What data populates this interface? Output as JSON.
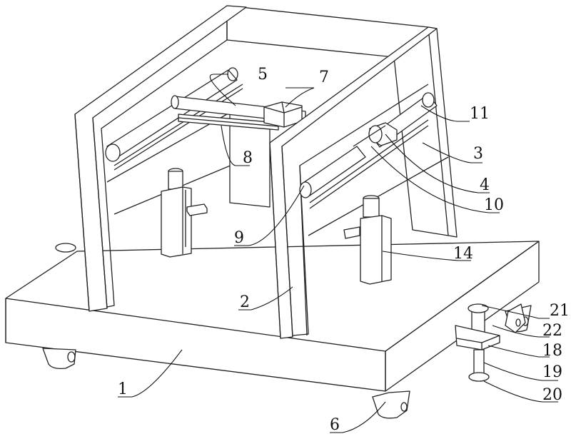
{
  "figure": {
    "type": "patent-line-drawing",
    "subject": "wheeled base frame with guide rods and clamping mechanism"
  },
  "callouts": [
    {
      "id": "c1",
      "number": "1",
      "part": "base"
    },
    {
      "id": "c2",
      "number": "2",
      "part": "side frame"
    },
    {
      "id": "c3",
      "number": "3",
      "part": "rear frame"
    },
    {
      "id": "c4",
      "number": "4",
      "part": "roller"
    },
    {
      "id": "c5",
      "number": "5",
      "part": "cross rod"
    },
    {
      "id": "c6",
      "number": "6",
      "part": "caster wheel"
    },
    {
      "id": "c7",
      "number": "7",
      "part": "slider block"
    },
    {
      "id": "c8",
      "number": "8",
      "part": "guide rail"
    },
    {
      "id": "c9",
      "number": "9",
      "part": "roller"
    },
    {
      "id": "c10",
      "number": "10",
      "part": "guide rod"
    },
    {
      "id": "c11",
      "number": "11",
      "part": "roller"
    },
    {
      "id": "c14",
      "number": "14",
      "part": "clamp post"
    },
    {
      "id": "c18",
      "number": "18",
      "part": "bracket"
    },
    {
      "id": "c19",
      "number": "19",
      "part": "screw shaft"
    },
    {
      "id": "c20",
      "number": "20",
      "part": "foot pad"
    },
    {
      "id": "c21",
      "number": "21",
      "part": "handle cap"
    },
    {
      "id": "c22",
      "number": "22",
      "part": "support plate"
    }
  ]
}
